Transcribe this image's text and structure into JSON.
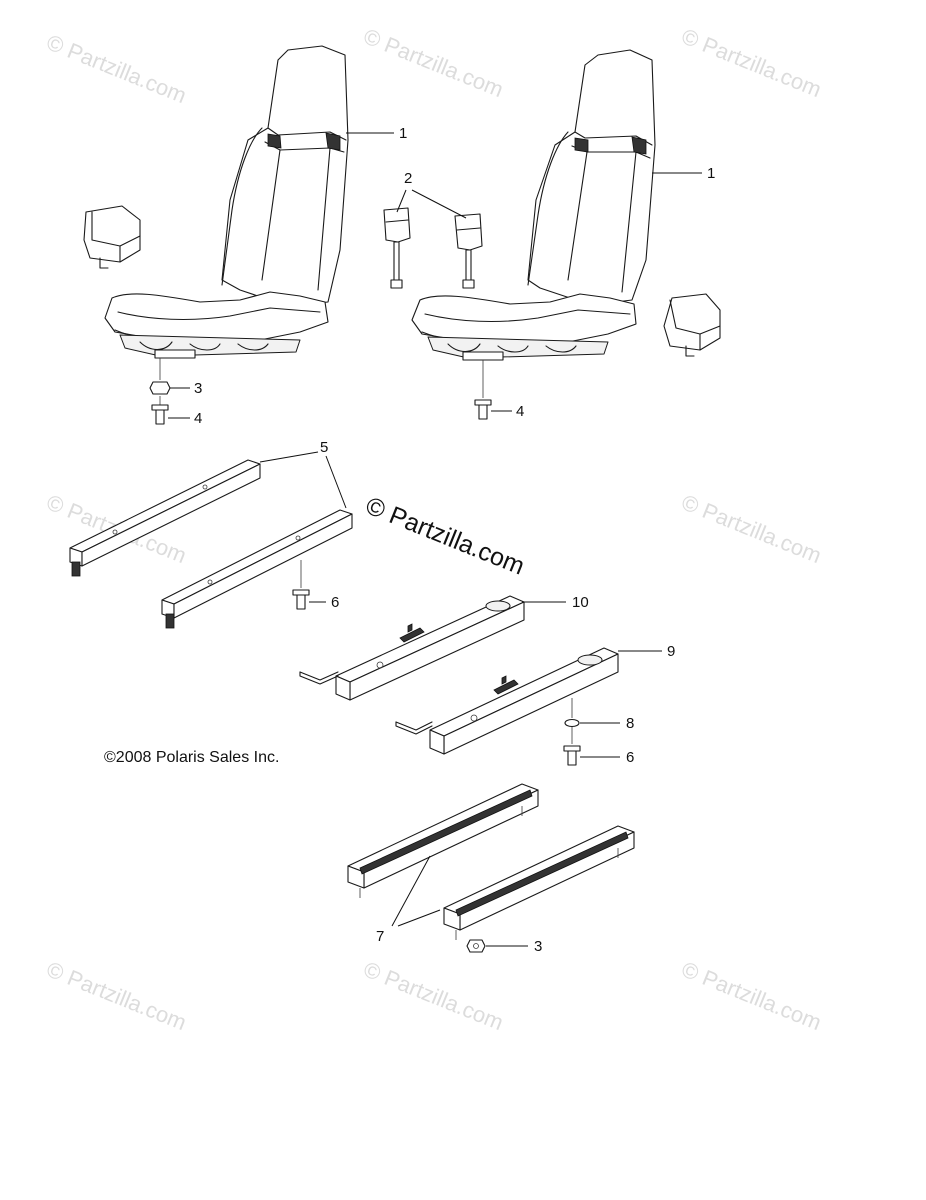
{
  "watermark": "© Partzilla.com",
  "center_watermark": "© Partzilla.com",
  "copyright": "©2008 Polaris Sales Inc.",
  "callouts": {
    "c1a": "1",
    "c1b": "1",
    "c2": "2",
    "c3a": "3",
    "c3b": "3",
    "c4a": "4",
    "c4b": "4",
    "c5": "5",
    "c6a": "6",
    "c6b": "6",
    "c7": "7",
    "c8": "8",
    "c9": "9",
    "c10": "10"
  }
}
